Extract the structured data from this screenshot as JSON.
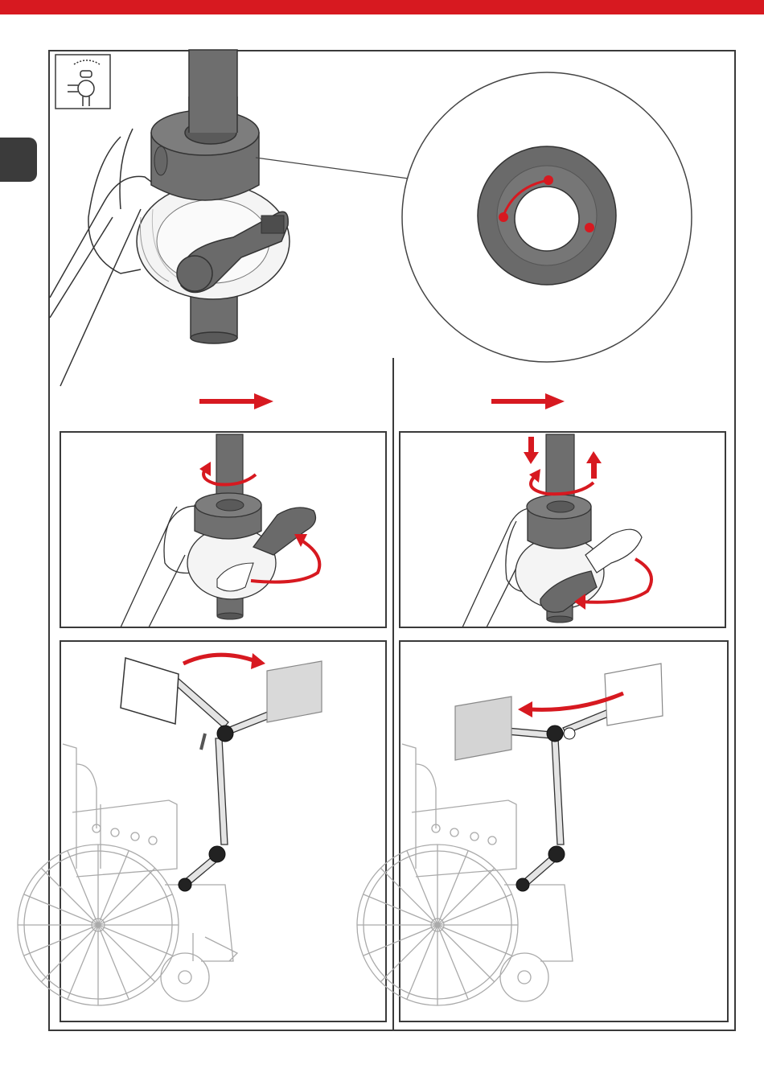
{
  "page": {
    "accent_color": "#d71920",
    "tab_color": "#3b3b3b"
  },
  "icons": {
    "header_icon": "adjust-symbol-icon",
    "step_arrow": "arrow-right-icon"
  },
  "steps": [
    {
      "name": "rotate-clamp-lever-open"
    },
    {
      "name": "lift-rotate-tube-and-close-lever"
    },
    {
      "name": "swing-tablet-holder-to-right"
    },
    {
      "name": "swing-tablet-holder-to-left"
    }
  ]
}
